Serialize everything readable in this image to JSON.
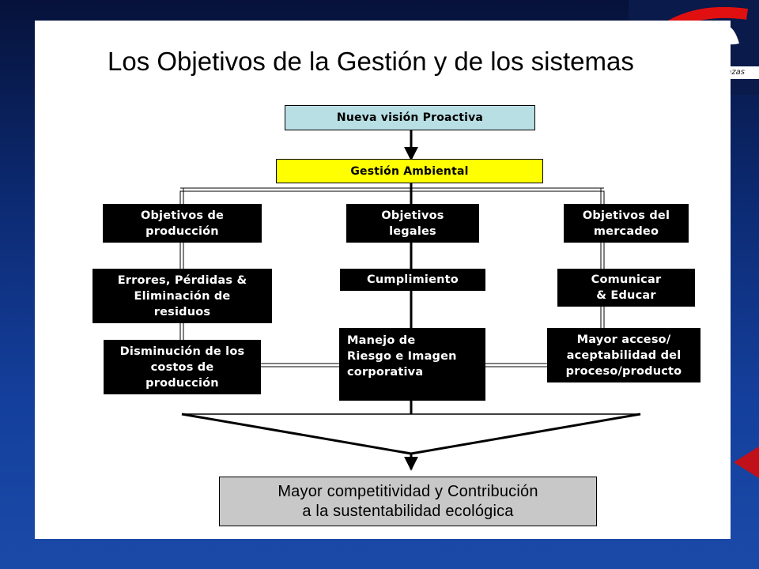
{
  "title": "Los Objetivos de la Gestión y de los sistemas",
  "logo": {
    "tag_text": "nzas"
  },
  "nodes": {
    "vision": "Nueva visión Proactiva",
    "gestion": "Gestión Ambiental",
    "obj_produccion": "Objetivos de\nproducción",
    "obj_legales": "Objetivos\nlegales",
    "obj_mercadeo": "Objetivos del\nmercadeo",
    "errores": "Errores, Pérdidas  &\nEliminación de\nresiduos",
    "cumplimiento": "Cumplimiento",
    "comunicar": "Comunicar\n& Educar",
    "disminucion": "Disminución de los\ncostos de\nproducción",
    "manejo": "Manejo de\nRiesgo e Imagen\ncorporativa",
    "mayor_acceso": "Mayor acceso/\naceptabilidad del\nproceso/producto",
    "resultado": "Mayor  competitividad y Contribución\na la sustentabilidad ecológica"
  },
  "colors": {
    "background_dark": "#06123a",
    "background_light": "#1a4aa8",
    "vision_fill": "#b8dfe4",
    "gestion_fill": "#ffff00",
    "result_fill": "#c8c8c8",
    "node_fill": "#000000",
    "logo_red": "#e01010"
  }
}
